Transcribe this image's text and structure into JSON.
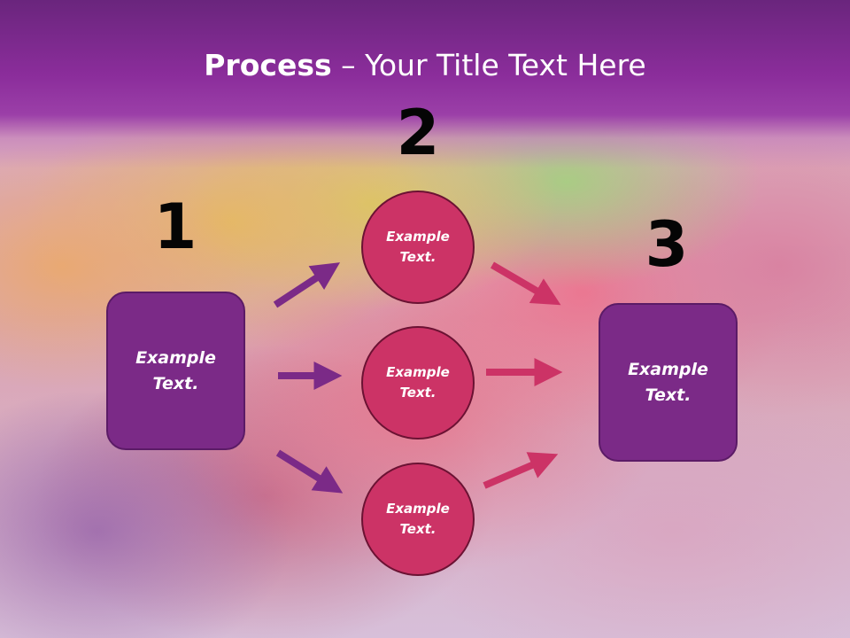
{
  "title": {
    "bold": "Process",
    "rest": " – Your Title Text Here"
  },
  "steps": {
    "step1": {
      "number": "1",
      "text_line1": "Example",
      "text_line2": "Text."
    },
    "step2": {
      "number": "2",
      "circles": [
        {
          "text_line1": "Example",
          "text_line2": "Text."
        },
        {
          "text_line1": "Example",
          "text_line2": "Text."
        },
        {
          "text_line1": "Example",
          "text_line2": "Text."
        }
      ]
    },
    "step3": {
      "number": "3",
      "text_line1": "Example",
      "text_line2": "Text."
    }
  },
  "colors": {
    "title_band": "#8b2d9b",
    "box_fill": "#7b2a87",
    "circle_fill": "#cc3366",
    "arrow_purple": "#7b2a87",
    "arrow_pink": "#cc3366"
  }
}
